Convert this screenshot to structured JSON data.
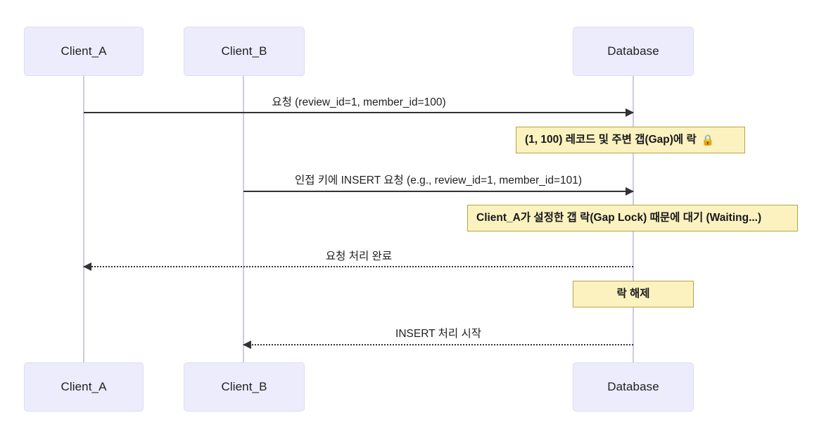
{
  "diagram": {
    "type": "sequence-diagram",
    "background_color": "#ffffff",
    "participant_fill": "#ececfd",
    "participant_border": "#deddf5",
    "lifeline_color": "#cdc9e8",
    "note_fill": "#fbf2c0",
    "note_border": "#b5a642",
    "arrow_color": "#333333"
  },
  "participants": [
    {
      "id": "client_a",
      "label": "Client_A"
    },
    {
      "id": "client_b",
      "label": "Client_B"
    },
    {
      "id": "database",
      "label": "Database"
    }
  ],
  "messages": [
    {
      "id": "msg1",
      "label": "요청 (review_id=1, member_id=100)",
      "from": "client_a",
      "to": "database",
      "style": "solid",
      "direction": "right"
    },
    {
      "id": "msg2",
      "label": "인접 키에 INSERT 요청 (e.g., review_id=1, member_id=101)",
      "from": "client_b",
      "to": "database",
      "style": "solid",
      "direction": "right"
    },
    {
      "id": "msg3",
      "label": "요청 처리 완료",
      "from": "database",
      "to": "client_a",
      "style": "dotted",
      "direction": "left"
    },
    {
      "id": "msg4",
      "label": "INSERT 처리 시작",
      "from": "database",
      "to": "client_b",
      "style": "dotted",
      "direction": "left"
    }
  ],
  "notes": [
    {
      "id": "note1",
      "text": "(1, 100) 레코드 및 주변 갭(Gap)에 락",
      "icon": "lock-icon",
      "icon_glyph": "🔒",
      "over": "database"
    },
    {
      "id": "note2",
      "text": "Client_A가 설정한 갭 락(Gap Lock) 때문에 대기 (Waiting...)",
      "over": "database"
    },
    {
      "id": "note3",
      "text": "락 해제",
      "over": "database"
    }
  ]
}
